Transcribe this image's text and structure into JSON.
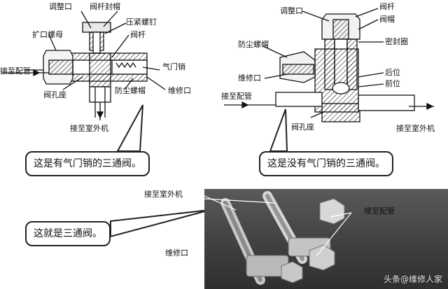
{
  "left_diagram": {
    "labels": {
      "adjust_port": "调整口",
      "stem_cap": "阀杆封帽",
      "compression_nut": "压紧螺钉",
      "stem": "阀杆",
      "flare_nut": "扩口螺母",
      "to_pipe": "接至配管",
      "valve_core": "气门销",
      "valve_seat": "阀孔座",
      "dust_cap": "防尘螺帽",
      "service_port": "维修口",
      "to_outdoor": "接至室外机"
    },
    "callout": "这是有气门销的三通阀。"
  },
  "right_diagram": {
    "labels": {
      "adjust_port": "调整口",
      "stem": "阀杆",
      "valve_cap": "阀帽",
      "seal_ring": "密封圈",
      "dust_cap": "防尘螺帽",
      "service_port": "维修口",
      "back_position": "后位",
      "front_position": "前位",
      "to_pipe": "接至配管",
      "valve_seat": "阀孔座",
      "to_outdoor": "接至室外机"
    },
    "callout": "这是没有气门销的三通阀。"
  },
  "photo": {
    "labels": {
      "to_outdoor": "接至室外机",
      "to_pipe": "接至配管",
      "service_port": "维修口"
    },
    "callout": "这就是三通阀。",
    "watermark": "头条@维修人家"
  }
}
